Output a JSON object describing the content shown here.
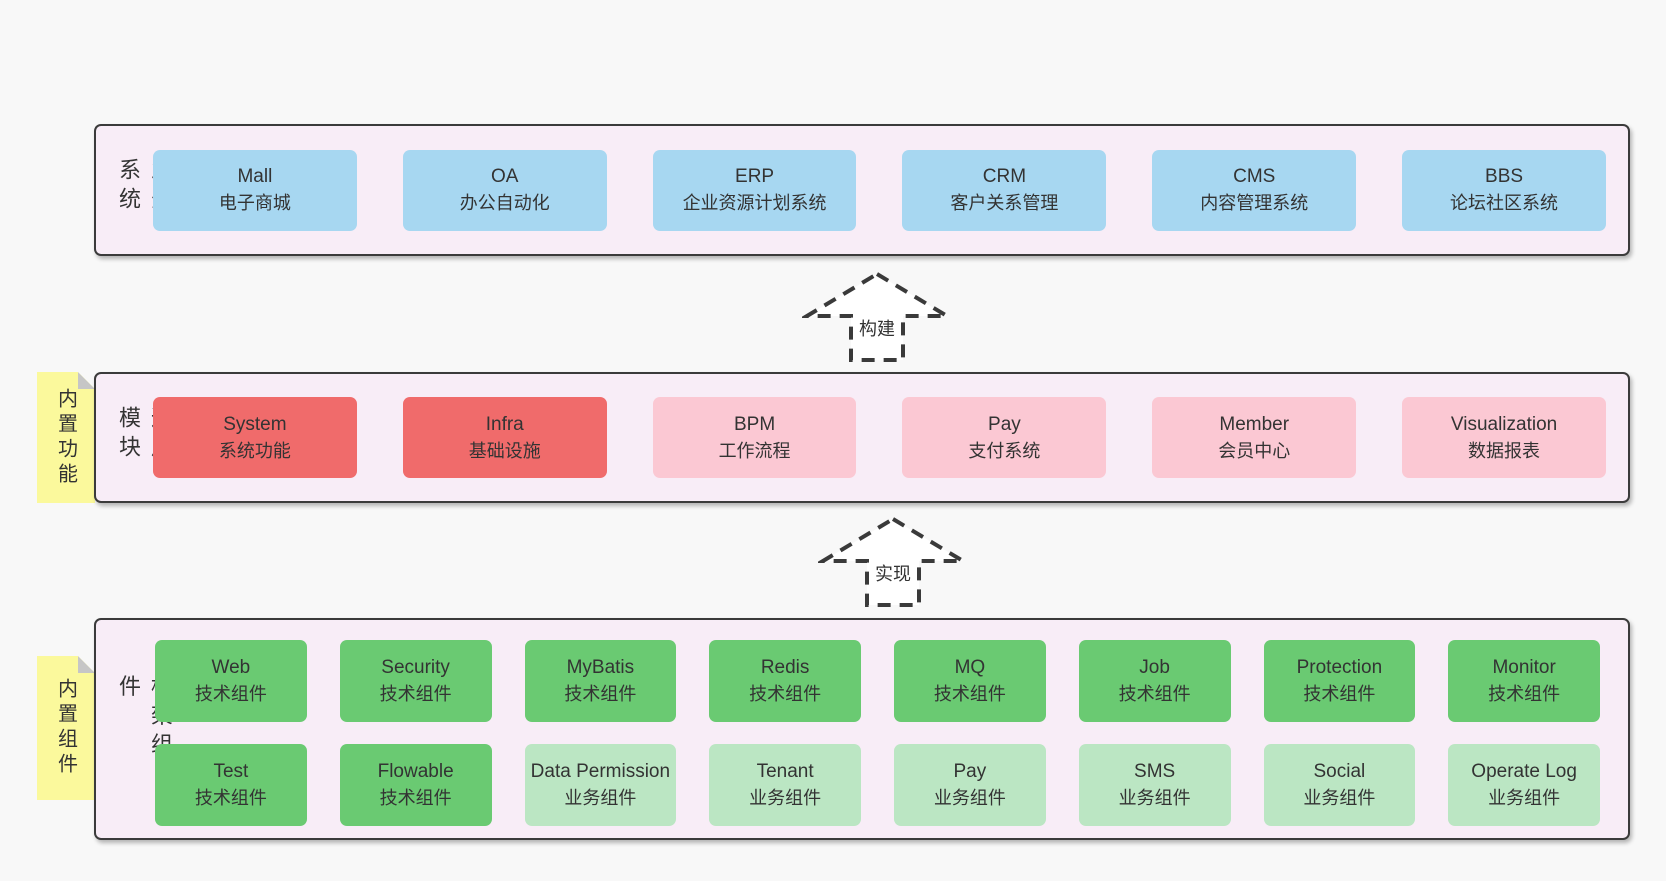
{
  "colors": {
    "page_bg": "#f8f8f8",
    "panel_bg": "#f8edf7",
    "panel_border": "#3b3b3b",
    "business_box": "#a7d7f1",
    "core_module_box": "#f06b6b",
    "optional_module_box": "#fbc8d3",
    "tech_component_box": "#6aca72",
    "biz_component_box": "#bbe6c3",
    "tag_bg": "#fbf99c",
    "tag_fold": "#c6c6c6",
    "text": "#333333"
  },
  "arrows": {
    "build": "构建",
    "implement": "实现"
  },
  "layers": {
    "business": {
      "side_label": "业务系统",
      "boxes": [
        {
          "name": "Mall",
          "desc": "电子商城"
        },
        {
          "name": "OA",
          "desc": "办公自动化"
        },
        {
          "name": "ERP",
          "desc": "企业资源计划系统"
        },
        {
          "name": "CRM",
          "desc": "客户关系管理"
        },
        {
          "name": "CMS",
          "desc": "内容管理系统"
        },
        {
          "name": "BBS",
          "desc": "论坛社区系统"
        }
      ]
    },
    "modules": {
      "tag": "内置功能",
      "side_label": "通用模块",
      "boxes": [
        {
          "name": "System",
          "desc": "系统功能"
        },
        {
          "name": "Infra",
          "desc": "基础设施"
        },
        {
          "name": "BPM",
          "desc": "工作流程"
        },
        {
          "name": "Pay",
          "desc": "支付系统"
        },
        {
          "name": "Member",
          "desc": "会员中心"
        },
        {
          "name": "Visualization",
          "desc": "数据报表"
        }
      ]
    },
    "components": {
      "tag": "内置组件",
      "side_label": "框架组件",
      "row1": [
        {
          "name": "Web",
          "desc": "技术组件"
        },
        {
          "name": "Security",
          "desc": "技术组件"
        },
        {
          "name": "MyBatis",
          "desc": "技术组件"
        },
        {
          "name": "Redis",
          "desc": "技术组件"
        },
        {
          "name": "MQ",
          "desc": "技术组件"
        },
        {
          "name": "Job",
          "desc": "技术组件"
        },
        {
          "name": "Protection",
          "desc": "技术组件"
        },
        {
          "name": "Monitor",
          "desc": "技术组件"
        }
      ],
      "row2": [
        {
          "name": "Test",
          "desc": "技术组件"
        },
        {
          "name": "Flowable",
          "desc": "技术组件"
        },
        {
          "name": "Data Permission",
          "desc": "业务组件"
        },
        {
          "name": "Tenant",
          "desc": "业务组件"
        },
        {
          "name": "Pay",
          "desc": "业务组件"
        },
        {
          "name": "SMS",
          "desc": "业务组件"
        },
        {
          "name": "Social",
          "desc": "业务组件"
        },
        {
          "name": "Operate Log",
          "desc": "业务组件"
        }
      ]
    }
  }
}
